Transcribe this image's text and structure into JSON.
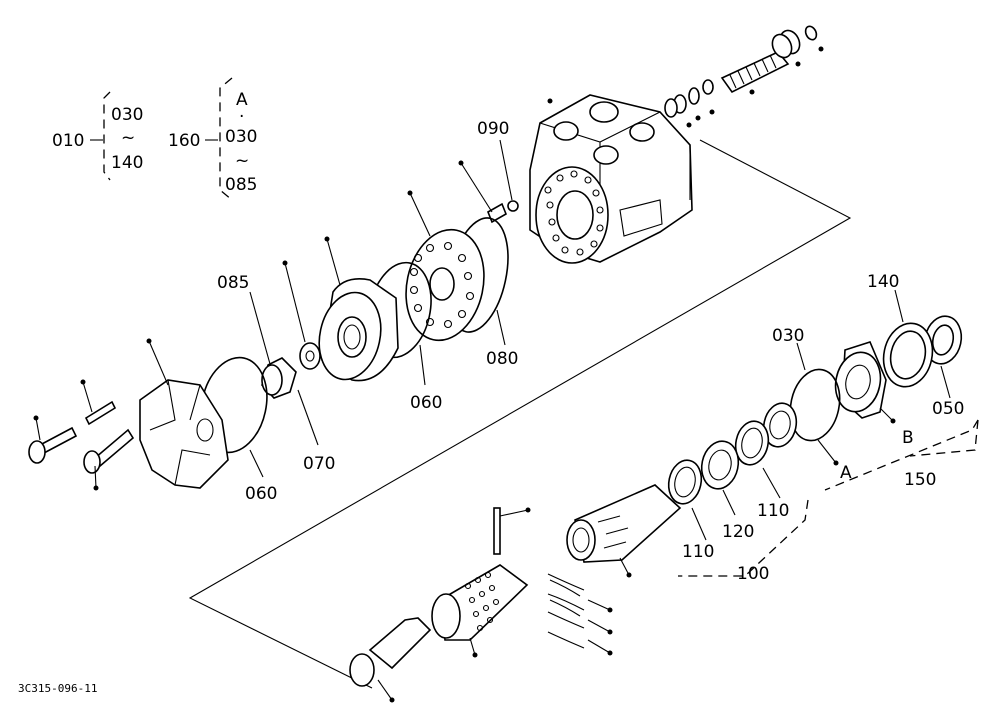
{
  "assembly_groups": {
    "group_010": {
      "label": "010",
      "range_start": "030",
      "range_sep": "~",
      "range_end": "140"
    },
    "group_160": {
      "label": "160",
      "first": "A",
      "first_sep": "·",
      "range_start": "030",
      "range_sep": "~",
      "range_end": "085"
    }
  },
  "part_labels": {
    "p090": "090",
    "p085": "085",
    "p080": "080",
    "p060_a": "060",
    "p070": "070",
    "p060_b": "060",
    "p140": "140",
    "p030": "030",
    "p050": "050",
    "pB": "B",
    "pA": "A",
    "p150": "150",
    "p110_a": "110",
    "p120": "120",
    "p110_b": "110",
    "p100": "100"
  },
  "drawing_number": "3C315-096-11"
}
